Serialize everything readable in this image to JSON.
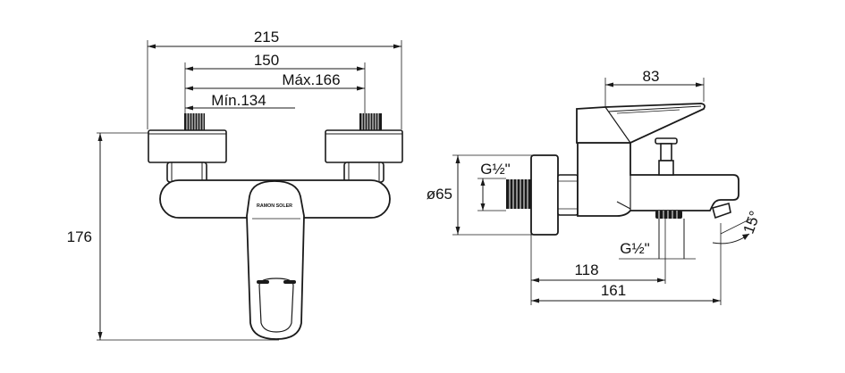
{
  "front_view": {
    "dim_overall_width": "215",
    "dim_center_distance": "150",
    "dim_max": "Máx.166",
    "dim_min": "Mín.134",
    "dim_height": "176",
    "brand_mark": "RAMON SOLER"
  },
  "side_view": {
    "dim_depth": "83",
    "dim_diameter": "ø65",
    "dim_inlet_thread": "G½\"",
    "dim_outlet_thread": "G½\"",
    "dim_outlet_offset": "118",
    "dim_spout_reach": "161",
    "dim_spout_angle": "15°"
  }
}
